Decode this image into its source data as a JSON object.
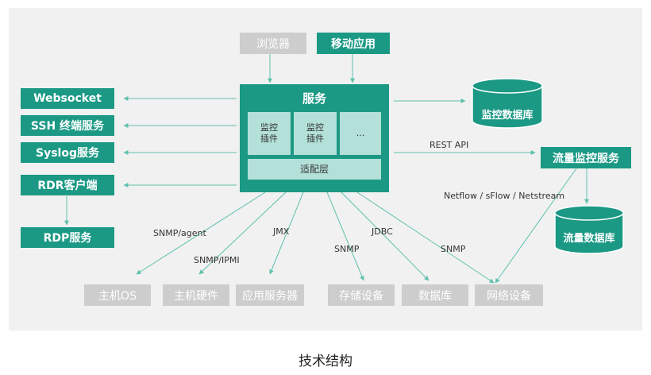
{
  "clients": {
    "browser": "浏览器",
    "mobile": "移动应用"
  },
  "service": {
    "title": "服务",
    "plugin1": "监控\n插件",
    "plugin2": "监控\n插件",
    "plugin_more": "...",
    "adapter": "适配层"
  },
  "left_services": {
    "websocket": "Websocket",
    "ssh": "SSH 终端服务",
    "syslog": "Syslog服务",
    "rdr": "RDR客户端",
    "rdp": "RDP服务"
  },
  "monitor_db": "监控数据库",
  "flow_service": "流量监控服务",
  "flow_db": "流量数据库",
  "edge_labels": {
    "rest_api": "REST API",
    "netflow": "Netflow / sFlow / Netstream",
    "snmp_agent": "SNMP/agent",
    "snmp_ipmi": "SNMP/IPMI",
    "jmx": "JMX",
    "snmp_storage": "SNMP",
    "jdbc": "JDBC",
    "snmp_network": "SNMP"
  },
  "targets": {
    "host_os": "主机OS",
    "host_hw": "主机硬件",
    "app_server": "应用服务器",
    "storage": "存储设备",
    "database": "数据库",
    "network": "网络设备"
  },
  "caption": "技术结构",
  "colors": {
    "teal": "#1b9985",
    "light_teal": "#b3e0d8",
    "gray": "#cdcdcd",
    "panel": "#f1f1f1",
    "line": "#5ec1ad"
  }
}
